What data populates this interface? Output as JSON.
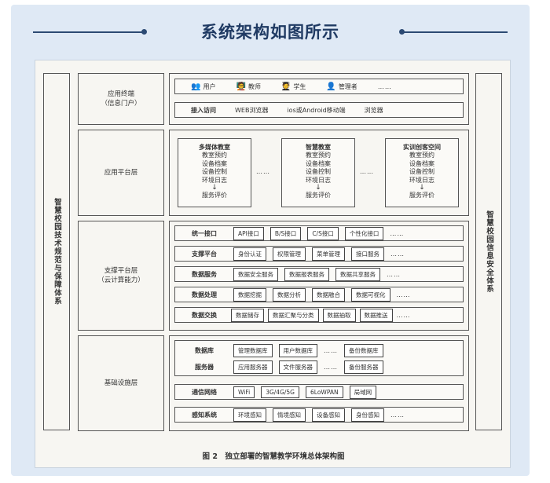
{
  "header": {
    "title": "系统架构如图所示"
  },
  "side_left": "智慧校园技术规范与保障体系",
  "side_right": "智慧校园信息安全体系",
  "layers": {
    "terminal": {
      "name_line1": "应用终端",
      "name_line2": "（信息门户）",
      "users": [
        {
          "icon": "user-icon",
          "label": "用户"
        },
        {
          "icon": "teacher-icon",
          "label": "教师"
        },
        {
          "icon": "student-icon",
          "label": "学生"
        },
        {
          "icon": "admin-icon",
          "label": "管理者"
        }
      ],
      "users_more": "……",
      "access_items": [
        "接入访问",
        "WEB浏览器",
        "ios或Android移动端",
        "浏览器"
      ]
    },
    "platform": {
      "name": "应用平台层",
      "rooms": [
        {
          "title": "多媒体教室",
          "items": [
            "教室预约",
            "设备档案",
            "设备控制",
            "环境日志"
          ],
          "eval": "服务评价"
        },
        {
          "title": "智慧教室",
          "items": [
            "教室预约",
            "设备档案",
            "设备控制",
            "环境日志"
          ],
          "eval": "服务评价"
        },
        {
          "title": "实训创客空间",
          "items": [
            "教室预约",
            "设备档案",
            "设备控制",
            "环境日志"
          ],
          "eval": "服务评价"
        }
      ],
      "between": "……"
    },
    "support": {
      "name_line1": "支撑平台层",
      "name_line2": "（云计算能力）",
      "rows": [
        {
          "label": "统一接口",
          "chips": [
            "API接口",
            "B/S接口",
            "C/S接口",
            "个性化接口"
          ]
        },
        {
          "label": "支撑平台",
          "chips": [
            "身份认证",
            "权限管理",
            "菜单管理",
            "接口服务"
          ]
        },
        {
          "label": "数据服务",
          "chips": [
            "数据安全服务",
            "数据报表服务",
            "数据共享服务"
          ]
        },
        {
          "label": "数据处理",
          "chips": [
            "数据挖掘",
            "数据分析",
            "数据融合",
            "数据可视化"
          ]
        },
        {
          "label": "数据交换",
          "chips": [
            "数据储存",
            "数据汇聚与分类",
            "数据抽取",
            "数据推送"
          ]
        }
      ],
      "more": "……"
    },
    "infra": {
      "name": "基础设施层",
      "db_label": "数据库",
      "db_chips": [
        "管理数据库",
        "用户数据库",
        "备份数据库"
      ],
      "srv_label": "服务器",
      "srv_chips": [
        "应用服务器",
        "文件服务器",
        "备份服务器"
      ],
      "net_label": "通信网络",
      "net_chips": [
        "WiFi",
        "3G/4G/5G",
        "6LoWPAN",
        "局域网"
      ],
      "sense_label": "感知系统",
      "sense_chips": [
        "环境感知",
        "情境感知",
        "设备感知",
        "身份感知"
      ],
      "more": "……"
    }
  },
  "caption": "图 2　独立部署的智慧教学环境总体架构图"
}
